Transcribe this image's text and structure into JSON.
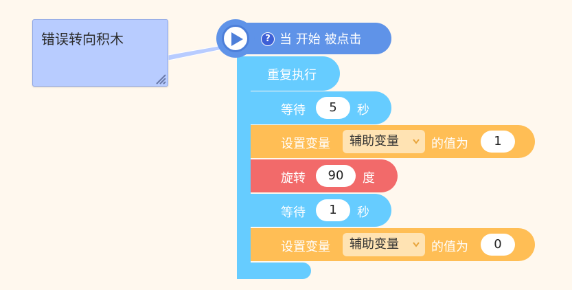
{
  "comment": {
    "text": "错误转向积木"
  },
  "hat": {
    "help": "?",
    "label": "当 开始 被点击"
  },
  "loop": {
    "label": "重复执行"
  },
  "blocks": [
    {
      "type": "wait",
      "label": "等待",
      "value": "5",
      "unit": "秒"
    },
    {
      "type": "set",
      "label": "设置变量",
      "variable": "辅助变量",
      "suffix": "的值为",
      "value": "1"
    },
    {
      "type": "turn",
      "label": "旋转",
      "value": "90",
      "unit": "度"
    },
    {
      "type": "wait",
      "label": "等待",
      "value": "1",
      "unit": "秒"
    },
    {
      "type": "set",
      "label": "设置变量",
      "variable": "辅助变量",
      "suffix": "的值为",
      "value": "0"
    }
  ],
  "colors": {
    "event": "#5f93e8",
    "control": "#66ccff",
    "data": "#ffbe55",
    "motion": "#f26a6a",
    "comment": "#b8ccff"
  }
}
